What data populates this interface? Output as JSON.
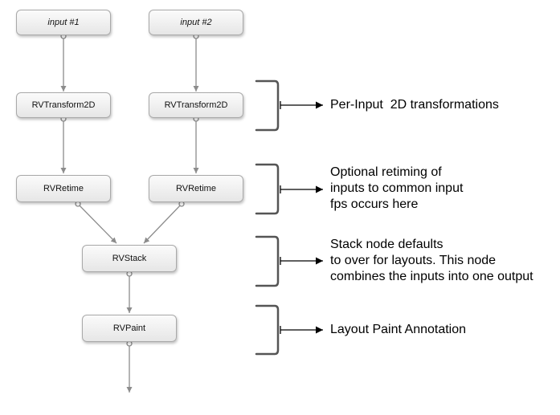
{
  "nodes": {
    "input1": "input #1",
    "input2": "input #2",
    "transform1": "RVTransform2D",
    "transform2": "RVTransform2D",
    "retime1": "RVRetime",
    "retime2": "RVRetime",
    "stack": "RVStack",
    "paint": "RVPaint"
  },
  "annotations": {
    "transform": [
      "Per-Input  2D transformations"
    ],
    "retime": [
      "Optional retiming of",
      "inputs to common input",
      "fps occurs here"
    ],
    "stack": [
      "Stack node defaults",
      "to over for layouts. This node",
      "combines the inputs into one output"
    ],
    "paint": [
      "Layout Paint Annotation"
    ]
  },
  "colors": {
    "edge": "#8c8c8c",
    "bracket": "#555555",
    "arrow": "#000000"
  }
}
